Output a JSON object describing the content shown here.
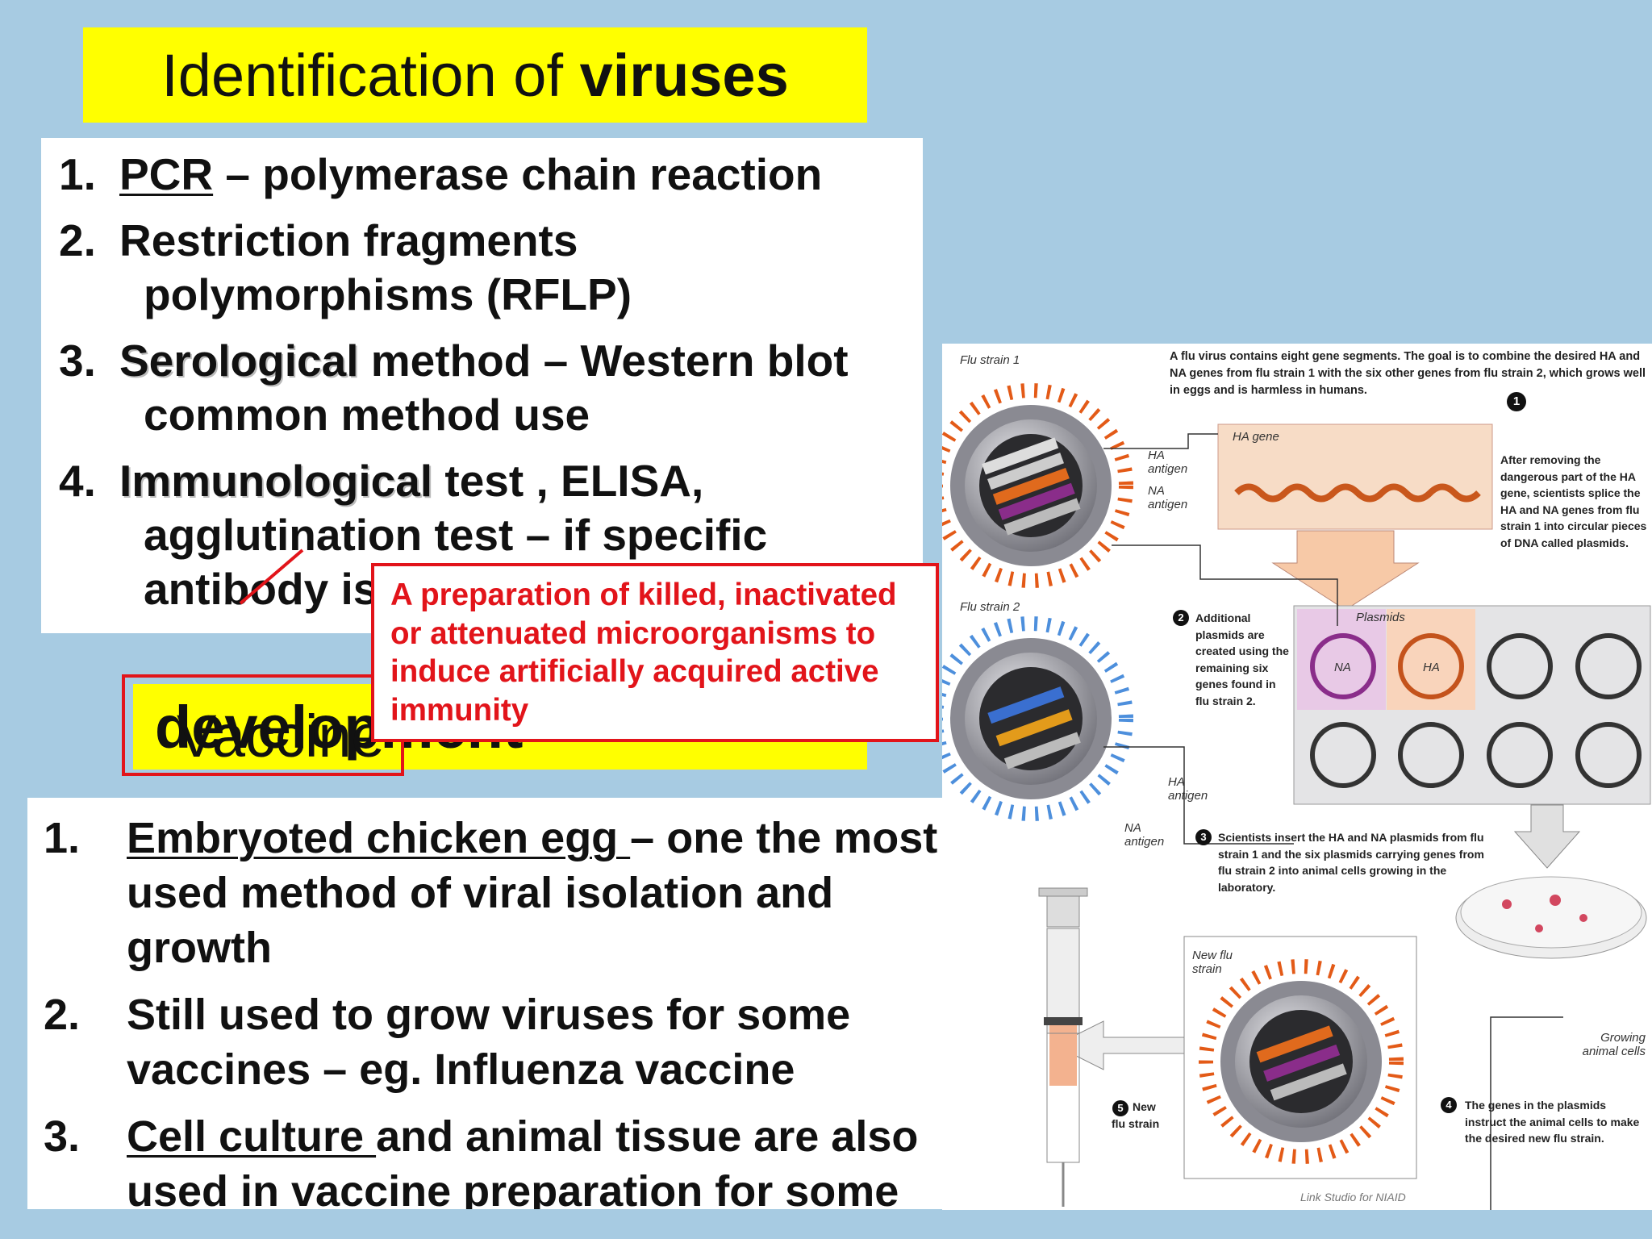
{
  "title1": {
    "prefix": "Identification of ",
    "bold": "viruses"
  },
  "identification_list": [
    {
      "num": "1.",
      "underlined": "PCR",
      "rest": " – polymerase chain reaction"
    },
    {
      "num": "2.",
      "line1": "Restriction fragments",
      "line2": "polymorphisms (RFLP)"
    },
    {
      "num": "3.",
      "emph": "Serological",
      "rest": " method – Western blot",
      "line2": "common method use"
    },
    {
      "num": "4.",
      "emph": "Immunological",
      "rest": " test , ELISA,",
      "line2": "agglutination test – if specific",
      "line3": "antibody is"
    }
  ],
  "callout": {
    "text": "A preparation of killed, inactivated or attenuated microorganisms to induce artificially acquired active immunity"
  },
  "title2": {
    "prefix": "Vaccine ",
    "bold": "development"
  },
  "vaccine_list": [
    {
      "num": "1.",
      "underlined": "Embryoted chicken egg ",
      "rest": "– one the most used method of viral isolation and growth"
    },
    {
      "num": "2.",
      "text": "Still used to grow viruses for some vaccines – eg. Influenza vaccine"
    },
    {
      "num": "3.",
      "underlined": "Cell culture ",
      "rest": "and animal tissue are also used in vaccine preparation for some viruses"
    }
  ],
  "diagram": {
    "flu_strain_1": "Flu strain 1",
    "flu_strain_2": "Flu strain 2",
    "intro": "A flu virus contains eight gene segments.  The goal is to combine the desired HA and NA genes from flu strain 1 with the six other genes from flu strain 2, which grows well in eggs and is harmless in humans.",
    "ha_gene": "HA gene",
    "ha_antigen": "HA antigen",
    "na_antigen": "NA antigen",
    "step1_num": "1",
    "step1": "After removing the dangerous part of the HA gene, scientists splice the HA and NA genes from flu strain 1 into circular pieces of DNA called plasmids.",
    "step2_num": "2",
    "step2": "Additional plasmids are created using the remaining six genes found in flu strain 2.",
    "plasmids": "Plasmids",
    "na": "NA",
    "ha": "HA",
    "step3_num": "3",
    "step3": "Scientists insert the HA and NA plasmids from flu strain 1 and the six plasmids carrying genes from flu strain 2 into animal cells growing in the laboratory.",
    "new_flu_strain_label": "New flu strain",
    "growing_cells": "Growing animal cells",
    "step4_num": "4",
    "step4": "The genes in the plasmids instruct the animal cells to make the desired new flu strain.",
    "step5_num": "5",
    "step5": "New flu strain",
    "credit": "Link Studio for NIAID"
  }
}
